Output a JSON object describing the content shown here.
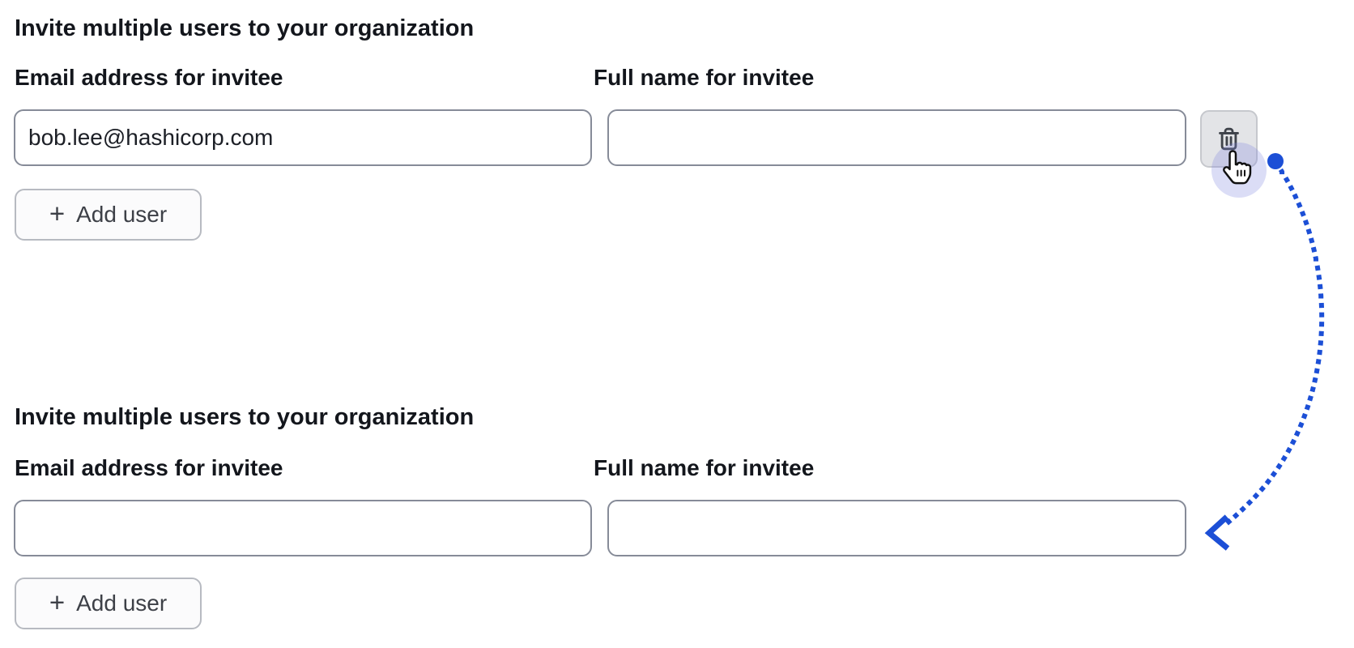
{
  "colors": {
    "accent_blue": "#1c4fd6",
    "input_border": "#868b98",
    "add_button_bg": "#fbfbfc",
    "add_button_border": "#b7bac1",
    "icon_button_bg": "#e3e4e7",
    "icon_button_border": "#c6c8cd",
    "text_primary": "#13161c",
    "button_text": "#3d4047",
    "click_ripple": "rgba(124,134,221,0.28)"
  },
  "sections": {
    "before": {
      "heading": "Invite multiple users to your organization",
      "email_label": "Email address for invitee",
      "name_label": "Full name for invitee",
      "email_value": "bob.lee@hashicorp.com",
      "name_value": "",
      "add_user": {
        "plus": "+",
        "label": "Add user"
      },
      "delete_button_icon": "trash-icon"
    },
    "after": {
      "heading": "Invite multiple users to your organization",
      "email_label": "Email address for invitee",
      "name_label": "Full name for invitee",
      "email_value": "",
      "name_value": "",
      "add_user": {
        "plus": "+",
        "label": "Add user"
      }
    }
  },
  "annotation": {
    "cursor_icon": "hand-pointer-icon",
    "start_marker": "blue-dot",
    "arrow_style": "dotted-curve-with-chevron-arrowhead",
    "meaning": "clicking delete removes the row, yielding the empty form below"
  }
}
